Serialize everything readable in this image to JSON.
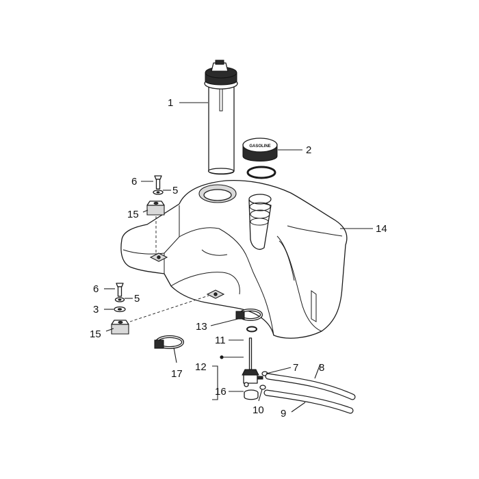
{
  "diagram": {
    "callouts": {
      "c1": "1",
      "c2": "2",
      "c3": "3",
      "c5a": "5",
      "c5b": "5",
      "c6a": "6",
      "c6b": "6",
      "c7": "7",
      "c8": "8",
      "c9": "9",
      "c10": "10",
      "c11": "11",
      "c12": "12",
      "c13": "13",
      "c14": "14",
      "c15a": "15",
      "c15b": "15",
      "c16": "16",
      "c17": "17"
    },
    "cap_stamp": "GASOLINE"
  }
}
